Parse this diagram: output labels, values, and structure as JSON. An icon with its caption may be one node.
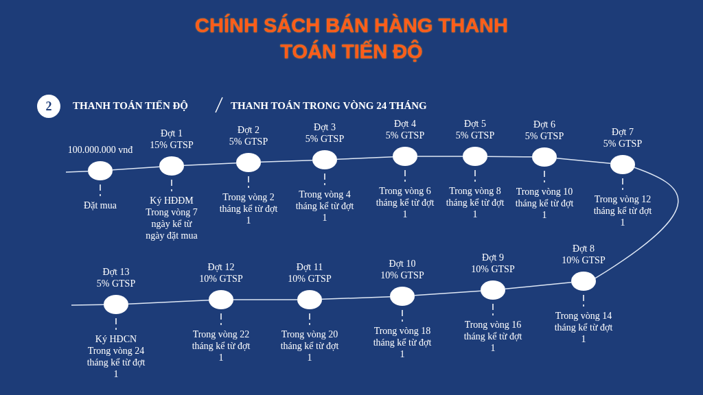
{
  "diagram": {
    "title": "CHÍNH SÁCH BÁN HÀNG THANH TOÁN TIẾN ĐỘ",
    "nodes": [
      {
        "text": [],
        "shape": "circle",
        "beside": [
          "100.000.000 vnđ",
          "Đặt mua"
        ]
      },
      {
        "text": [],
        "shape": "circle",
        "beside": [
          "Đợt 1",
          "15% GTSP",
          "Ký HĐĐM Trong vòng 7 ngày kể từ ngày đặt mua"
        ]
      },
      {
        "text": [],
        "shape": "circle",
        "beside": [
          "Đợt 2",
          "5% GTSP",
          "Trong vòng 2 tháng kể từ đợt 1"
        ]
      },
      {
        "text": [],
        "shape": "circle",
        "beside": [
          "Đợt 3",
          "5% GTSP",
          "Trong vòng 4 tháng kể từ đợt 1"
        ]
      },
      {
        "text": [],
        "shape": "circle",
        "beside": [
          "Đợt 4",
          "5% GTSP",
          "Trong vòng 6 tháng kể từ đợt 1"
        ]
      },
      {
        "text": [],
        "shape": "circle",
        "beside": [
          "Đợt 5",
          "5% GTSP",
          "Trong vòng 8 tháng kể từ đợt 1"
        ]
      },
      {
        "text": [],
        "shape": "circle",
        "beside": [
          "Đợt 6",
          "5% GTSP",
          "Trong vòng 10 tháng kể từ đợt 1"
        ]
      },
      {
        "text": [],
        "shape": "circle",
        "beside": [
          "Đợt 7",
          "5% GTSP",
          "Trong vòng 12 tháng kể từ đợt 1"
        ]
      },
      {
        "text": [],
        "shape": "circle",
        "beside": [
          "Đợt 8",
          "10% GTSP",
          "Trong vòng 14 tháng kể từ đợt 1"
        ]
      },
      {
        "text": [],
        "shape": "circle",
        "beside": [
          "Đợt 9",
          "10% GTSP",
          "Trong vòng 16 tháng kể từ đợt 1"
        ]
      },
      {
        "text": [],
        "shape": "circle",
        "beside": [
          "Đợt 10",
          "10% GTSP",
          "Trong vòng 18 tháng kể từ đợt 1"
        ]
      },
      {
        "text": [],
        "shape": "circle",
        "beside": [
          "Đợt 11",
          "10% GTSP",
          "Trong vòng 20 tháng kể từ đợt 1"
        ]
      },
      {
        "text": [],
        "shape": "circle",
        "beside": [
          "Đợt 12",
          "10% GTSP",
          "Trong vòng 22 tháng kể từ đợt 1"
        ]
      },
      {
        "text": [],
        "shape": "circle",
        "beside": [
          "Đợt 13",
          "5% GTSP",
          "Ký HĐCN Trong vòng 24 tháng kể từ đợt 1"
        ]
      }
    ],
    "edges": [
      {
        "from": null,
        "to": 0,
        "arrow": "none"
      },
      {
        "from": 0,
        "to": 1,
        "arrow": "none"
      },
      {
        "from": 1,
        "to": 2,
        "arrow": "none"
      },
      {
        "from": 2,
        "to": 3,
        "arrow": "none"
      },
      {
        "from": 3,
        "to": 4,
        "arrow": "none"
      },
      {
        "from": 4,
        "to": 5,
        "arrow": "none"
      },
      {
        "from": 5,
        "to": 6,
        "arrow": "none"
      },
      {
        "from": 6,
        "to": 7,
        "arrow": "none"
      },
      {
        "from": 7,
        "to": 8,
        "arrow": "none"
      },
      {
        "from": 8,
        "to": 9,
        "arrow": "none"
      },
      {
        "from": 9,
        "to": 10,
        "arrow": "none"
      },
      {
        "from": 10,
        "to": 11,
        "arrow": "none"
      },
      {
        "from": 11,
        "to": 12,
        "arrow": "none"
      },
      {
        "from": 12,
        "to": 13,
        "arrow": "none"
      },
      {
        "from": 13,
        "to": null,
        "arrow": "none"
      }
    ],
    "labels": [
      "2",
      "THANH TOÁN TIẾN ĐỘ",
      "THANH TOÁN TRONG VÒNG 24 THÁNG"
    ]
  }
}
